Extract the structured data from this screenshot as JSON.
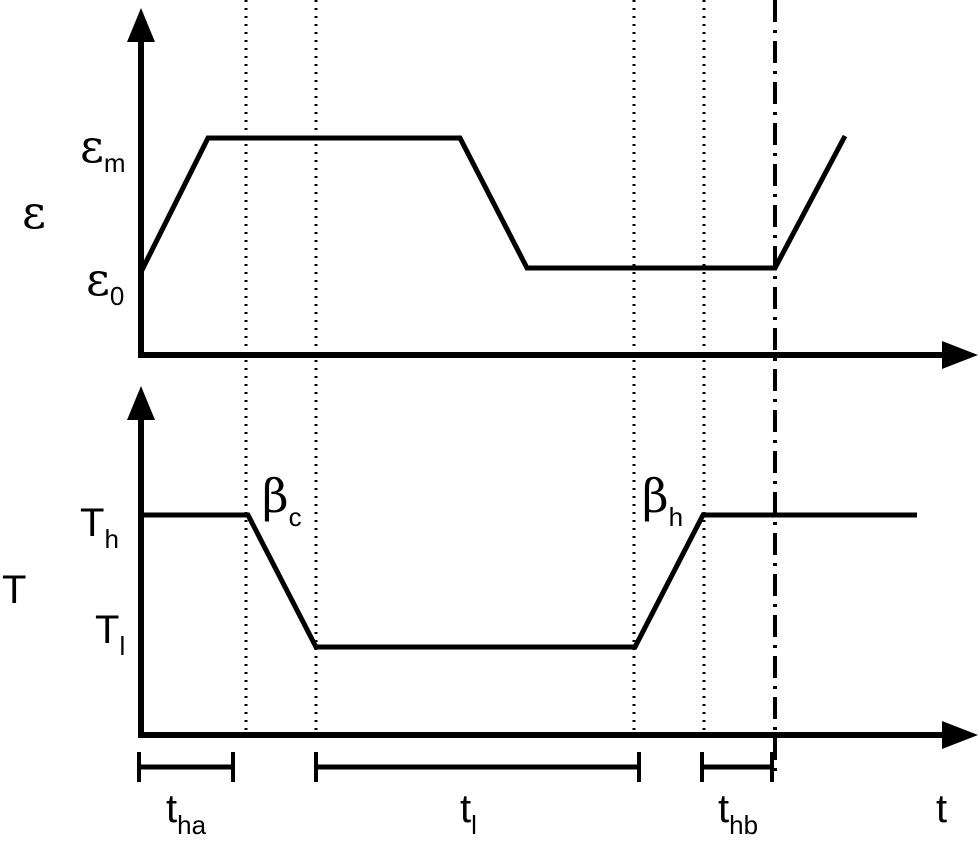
{
  "upper_plot": {
    "axis_label": "ε",
    "level_high_sym": "ε",
    "level_high_sub": "m",
    "level_low_sym": "ε",
    "level_low_sub": "0"
  },
  "lower_plot": {
    "axis_label": "T",
    "level_high_sym": "T",
    "level_high_sub": "h",
    "level_low_sym": "T",
    "level_low_sub": "l",
    "rate_cool_sym": "β",
    "rate_cool_sub": "c",
    "rate_heat_sym": "β",
    "rate_heat_sub": "h"
  },
  "time_axis": {
    "label": "t",
    "interval_ha_sym": "t",
    "interval_ha_sub": "ha",
    "interval_l_sym": "t",
    "interval_l_sub": "l",
    "interval_hb_sym": "t",
    "interval_hb_sub": "hb"
  },
  "colors": {
    "line": "#000000",
    "background": "#ffffff"
  }
}
